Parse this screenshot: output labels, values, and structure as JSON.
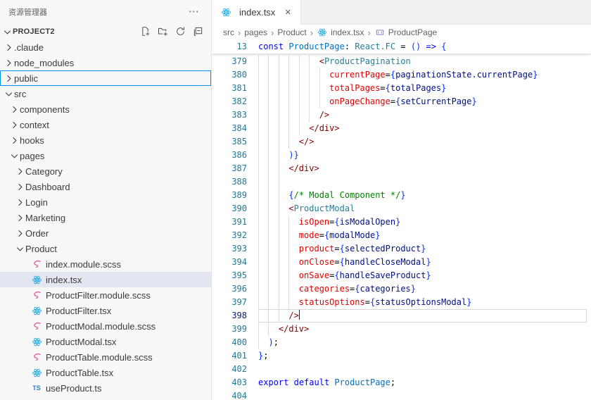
{
  "sidebar": {
    "title": "资源管理器",
    "section": {
      "label": "PROJECT2",
      "actions": [
        "new-file",
        "new-folder",
        "refresh",
        "collapse-all"
      ]
    },
    "tree": [
      {
        "label": ".claude",
        "level": 0,
        "kind": "folder",
        "expanded": false
      },
      {
        "label": "node_modules",
        "level": 0,
        "kind": "folder",
        "expanded": false
      },
      {
        "label": "public",
        "level": 0,
        "kind": "folder",
        "expanded": false,
        "focused": true
      },
      {
        "label": "src",
        "level": 0,
        "kind": "folder",
        "expanded": true
      },
      {
        "label": "components",
        "level": 1,
        "kind": "folder",
        "expanded": false
      },
      {
        "label": "context",
        "level": 1,
        "kind": "folder",
        "expanded": false
      },
      {
        "label": "hooks",
        "level": 1,
        "kind": "folder",
        "expanded": false
      },
      {
        "label": "pages",
        "level": 1,
        "kind": "folder",
        "expanded": true
      },
      {
        "label": "Category",
        "level": 2,
        "kind": "folder",
        "expanded": false
      },
      {
        "label": "Dashboard",
        "level": 2,
        "kind": "folder",
        "expanded": false
      },
      {
        "label": "Login",
        "level": 2,
        "kind": "folder",
        "expanded": false
      },
      {
        "label": "Marketing",
        "level": 2,
        "kind": "folder",
        "expanded": false
      },
      {
        "label": "Order",
        "level": 2,
        "kind": "folder",
        "expanded": false
      },
      {
        "label": "Product",
        "level": 2,
        "kind": "folder",
        "expanded": true
      },
      {
        "label": "index.module.scss",
        "level": 3,
        "kind": "file",
        "icon": "scss"
      },
      {
        "label": "index.tsx",
        "level": 3,
        "kind": "file",
        "icon": "react",
        "selected": true
      },
      {
        "label": "ProductFilter.module.scss",
        "level": 3,
        "kind": "file",
        "icon": "scss"
      },
      {
        "label": "ProductFilter.tsx",
        "level": 3,
        "kind": "file",
        "icon": "react"
      },
      {
        "label": "ProductModal.module.scss",
        "level": 3,
        "kind": "file",
        "icon": "scss"
      },
      {
        "label": "ProductModal.tsx",
        "level": 3,
        "kind": "file",
        "icon": "react"
      },
      {
        "label": "ProductTable.module.scss",
        "level": 3,
        "kind": "file",
        "icon": "scss"
      },
      {
        "label": "ProductTable.tsx",
        "level": 3,
        "kind": "file",
        "icon": "react"
      },
      {
        "label": "useProduct.ts",
        "level": 3,
        "kind": "file",
        "icon": "ts"
      }
    ]
  },
  "editor": {
    "tab": {
      "label": "index.tsx",
      "icon": "react"
    },
    "breadcrumb": [
      {
        "label": "src"
      },
      {
        "label": "pages"
      },
      {
        "label": "Product"
      },
      {
        "label": "index.tsx",
        "icon": "react"
      },
      {
        "label": "ProductPage",
        "icon": "symbol"
      }
    ],
    "sticky": {
      "n": "13",
      "g": 0,
      "t": [
        [
          "kw",
          "const"
        ],
        [
          "pl",
          " "
        ],
        [
          "cv",
          "ProductPage"
        ],
        [
          "pn",
          ":"
        ],
        [
          "pl",
          " "
        ],
        [
          "ty",
          "React.FC"
        ],
        [
          "pl",
          " "
        ],
        [
          "pn",
          "="
        ],
        [
          "pl",
          " "
        ],
        [
          "br",
          "()"
        ],
        [
          "pl",
          " "
        ],
        [
          "kw",
          "=>"
        ],
        [
          "pl",
          " "
        ],
        [
          "br",
          "{"
        ]
      ]
    },
    "lines": [
      {
        "n": "379",
        "g": 6,
        "t": [
          [
            "pl",
            "            "
          ],
          [
            "tg",
            "<"
          ],
          [
            "ty",
            "ProductPagination"
          ]
        ]
      },
      {
        "n": "380",
        "g": 7,
        "t": [
          [
            "pl",
            "              "
          ],
          [
            "at",
            "currentPage"
          ],
          [
            "pn",
            "="
          ],
          [
            "br",
            "{"
          ],
          [
            "v",
            "paginationState.currentPage"
          ],
          [
            "br",
            "}"
          ]
        ]
      },
      {
        "n": "381",
        "g": 7,
        "t": [
          [
            "pl",
            "              "
          ],
          [
            "at",
            "totalPages"
          ],
          [
            "pn",
            "="
          ],
          [
            "br",
            "{"
          ],
          [
            "v",
            "totalPages"
          ],
          [
            "br",
            "}"
          ]
        ]
      },
      {
        "n": "382",
        "g": 7,
        "t": [
          [
            "pl",
            "              "
          ],
          [
            "at",
            "onPageChange"
          ],
          [
            "pn",
            "="
          ],
          [
            "br",
            "{"
          ],
          [
            "v",
            "setCurrentPage"
          ],
          [
            "br",
            "}"
          ]
        ]
      },
      {
        "n": "383",
        "g": 6,
        "t": [
          [
            "pl",
            "            "
          ],
          [
            "tg",
            "/>"
          ]
        ]
      },
      {
        "n": "384",
        "g": 5,
        "t": [
          [
            "pl",
            "          "
          ],
          [
            "tg",
            "</div>"
          ]
        ]
      },
      {
        "n": "385",
        "g": 4,
        "t": [
          [
            "pl",
            "        "
          ],
          [
            "tg",
            "</>"
          ]
        ]
      },
      {
        "n": "386",
        "g": 3,
        "t": [
          [
            "pl",
            "      "
          ],
          [
            "br",
            ")}"
          ]
        ]
      },
      {
        "n": "387",
        "g": 3,
        "t": [
          [
            "pl",
            "      "
          ],
          [
            "tg",
            "</div>"
          ]
        ]
      },
      {
        "n": "388",
        "g": 3,
        "t": []
      },
      {
        "n": "389",
        "g": 3,
        "t": [
          [
            "pl",
            "      "
          ],
          [
            "br",
            "{"
          ],
          [
            "cm",
            "/* Modal Component */"
          ],
          [
            "br",
            "}"
          ]
        ]
      },
      {
        "n": "390",
        "g": 3,
        "t": [
          [
            "pl",
            "      "
          ],
          [
            "tg",
            "<"
          ],
          [
            "ty",
            "ProductModal"
          ]
        ]
      },
      {
        "n": "391",
        "g": 4,
        "t": [
          [
            "pl",
            "        "
          ],
          [
            "at",
            "isOpen"
          ],
          [
            "pn",
            "="
          ],
          [
            "br",
            "{"
          ],
          [
            "v",
            "isModalOpen"
          ],
          [
            "br",
            "}"
          ]
        ]
      },
      {
        "n": "392",
        "g": 4,
        "t": [
          [
            "pl",
            "        "
          ],
          [
            "at",
            "mode"
          ],
          [
            "pn",
            "="
          ],
          [
            "br",
            "{"
          ],
          [
            "v",
            "modalMode"
          ],
          [
            "br",
            "}"
          ]
        ]
      },
      {
        "n": "393",
        "g": 4,
        "t": [
          [
            "pl",
            "        "
          ],
          [
            "at",
            "product"
          ],
          [
            "pn",
            "="
          ],
          [
            "br",
            "{"
          ],
          [
            "v",
            "selectedProduct"
          ],
          [
            "br",
            "}"
          ]
        ]
      },
      {
        "n": "394",
        "g": 4,
        "t": [
          [
            "pl",
            "        "
          ],
          [
            "at",
            "onClose"
          ],
          [
            "pn",
            "="
          ],
          [
            "br",
            "{"
          ],
          [
            "v",
            "handleCloseModal"
          ],
          [
            "br",
            "}"
          ]
        ]
      },
      {
        "n": "395",
        "g": 4,
        "t": [
          [
            "pl",
            "        "
          ],
          [
            "at",
            "onSave"
          ],
          [
            "pn",
            "="
          ],
          [
            "br",
            "{"
          ],
          [
            "v",
            "handleSaveProduct"
          ],
          [
            "br",
            "}"
          ]
        ]
      },
      {
        "n": "396",
        "g": 4,
        "t": [
          [
            "pl",
            "        "
          ],
          [
            "at",
            "categories"
          ],
          [
            "pn",
            "="
          ],
          [
            "br",
            "{"
          ],
          [
            "v",
            "categories"
          ],
          [
            "br",
            "}"
          ]
        ]
      },
      {
        "n": "397",
        "g": 4,
        "t": [
          [
            "pl",
            "        "
          ],
          [
            "at",
            "statusOptions"
          ],
          [
            "pn",
            "="
          ],
          [
            "br",
            "{"
          ],
          [
            "v",
            "statusOptionsModal"
          ],
          [
            "br",
            "}"
          ]
        ]
      },
      {
        "n": "398",
        "g": 3,
        "a": true,
        "t": [
          [
            "pl",
            "      "
          ],
          [
            "tg",
            "/>"
          ]
        ]
      },
      {
        "n": "399",
        "g": 2,
        "t": [
          [
            "pl",
            "    "
          ],
          [
            "tg",
            "</div>"
          ]
        ]
      },
      {
        "n": "400",
        "g": 1,
        "t": [
          [
            "pl",
            "  "
          ],
          [
            "br",
            ")"
          ],
          [
            "pn",
            ";"
          ]
        ]
      },
      {
        "n": "401",
        "g": 0,
        "t": [
          [
            "br",
            "}"
          ],
          [
            "pn",
            ";"
          ]
        ]
      },
      {
        "n": "402",
        "g": 0,
        "t": []
      },
      {
        "n": "403",
        "g": 0,
        "t": [
          [
            "kw",
            "export"
          ],
          [
            "pl",
            " "
          ],
          [
            "kw",
            "default"
          ],
          [
            "pl",
            " "
          ],
          [
            "cv",
            "ProductPage"
          ],
          [
            "pn",
            ";"
          ]
        ]
      },
      {
        "n": "404",
        "g": 0,
        "t": []
      }
    ]
  },
  "colors": {
    "focus_outline": "#0090f1",
    "selection_background": "#e4e6f1",
    "keyword": "#0000ff",
    "type": "#267f99",
    "variable": "#001080",
    "constant": "#0070c1",
    "jsx_attribute": "#e50000",
    "tag": "#800000",
    "comment": "#008000",
    "bracket": "#0431fa",
    "line_number": "#237893",
    "active_line_number": "#0b216f",
    "react_icon": "#18a9e0",
    "scss_icon": "#e0679c",
    "ts_icon": "#3178c6"
  }
}
